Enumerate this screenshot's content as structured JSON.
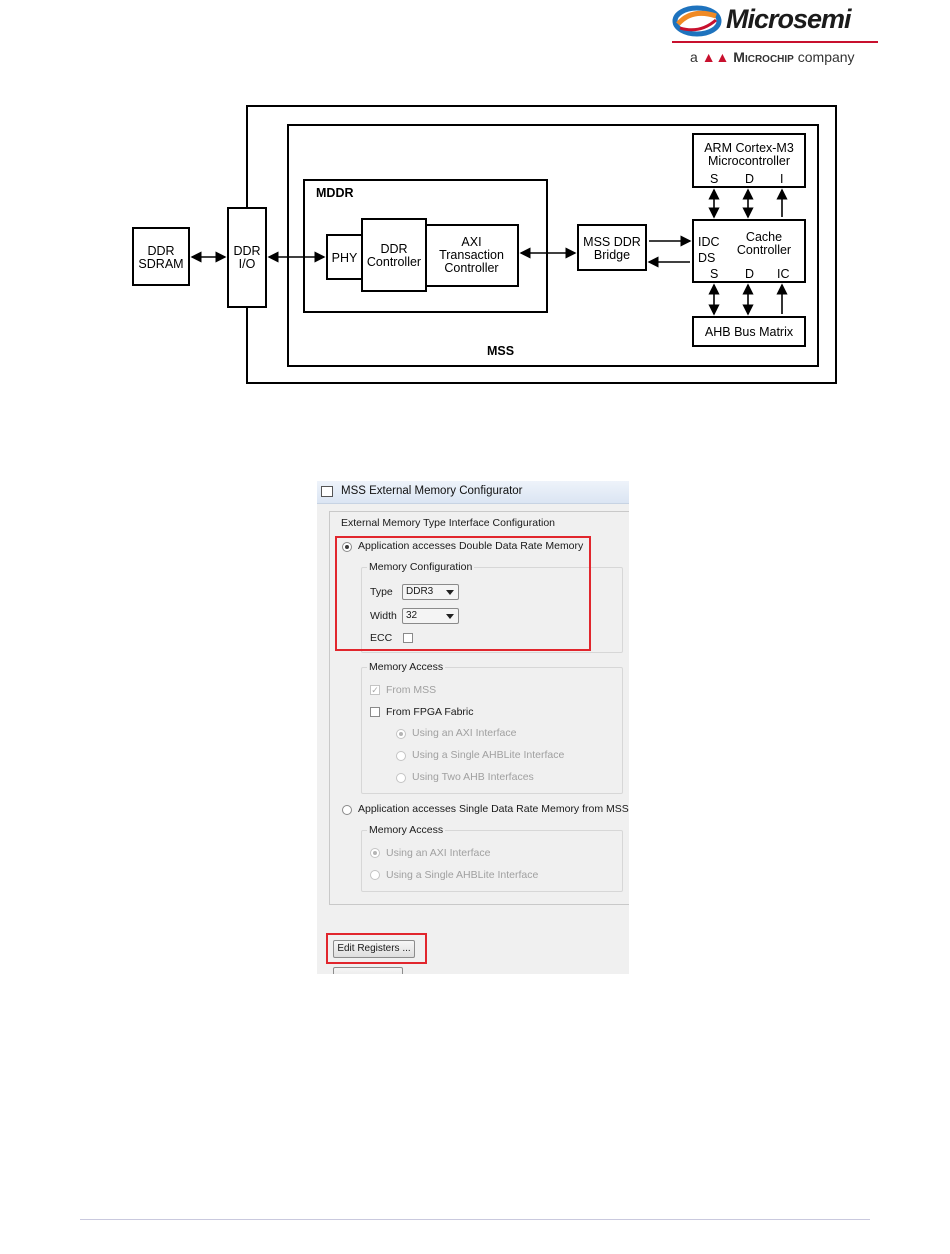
{
  "logo": {
    "wordmark": "Microsemi",
    "subline_prefix": "a",
    "subline_brand": "Microchip",
    "subline_suffix": "company",
    "colors": {
      "accent": "#c8102e",
      "blue": "#1e73be",
      "orange": "#f08a24"
    }
  },
  "diagram": {
    "ddr_sdram": [
      "DDR",
      "SDRAM"
    ],
    "ddr_io": [
      "DDR",
      "I/O"
    ],
    "mddr": "MDDR",
    "phy": "PHY",
    "ddr_controller": [
      "DDR",
      "Controller"
    ],
    "axi_tc": [
      "AXI",
      "Transaction",
      "Controller"
    ],
    "mss_ddr_bridge": [
      "MSS DDR",
      "Bridge"
    ],
    "arm": [
      "ARM Cortex-M3",
      "Microcontroller"
    ],
    "arm_ports": [
      "S",
      "D",
      "I"
    ],
    "cache": [
      "Cache",
      "Controller"
    ],
    "cache_left": [
      "IDC",
      "DS"
    ],
    "cache_ports": [
      "S",
      "D",
      "IC"
    ],
    "ahb": "AHB Bus Matrix",
    "mss": "MSS"
  },
  "dialog": {
    "title": "MSS External Memory Configurator",
    "group_title": "External Memory Type  Interface Configuration",
    "opt_ddr": "Application accesses Double Data Rate Memory",
    "mem_config": "Memory Configuration",
    "type_label": "Type",
    "type_value": "DDR3",
    "width_label": "Width",
    "width_value": "32",
    "ecc_label": "ECC",
    "mem_access_1": "Memory Access",
    "from_mss": "From MSS",
    "from_fpga": "From FPGA Fabric",
    "axi_if": "Using an AXI Interface",
    "single_ahb": "Using a Single AHBLite Interface",
    "two_ahb": "Using Two AHB Interfaces",
    "opt_sdr": "Application accesses Single Data Rate Memory from MSS",
    "mem_access_2": "Memory Access",
    "axi_if_2": "Using an AXI Interface",
    "single_ahb_2": "Using a Single AHBLite Interface",
    "edit_registers": "Edit Registers ...",
    "highlight_color": "#e1262d"
  }
}
